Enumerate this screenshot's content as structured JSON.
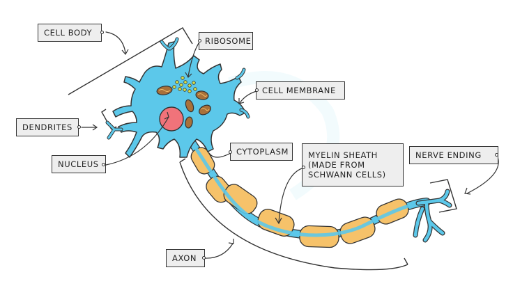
{
  "diagram": {
    "labels": {
      "cell_body": "CELL BODY",
      "ribosome": "RIBOSOME",
      "cell_membrane": "CELL MEMBRANE",
      "dendrites": "DENDRITES",
      "nucleus": "NUCLEUS",
      "cytoplasm": "CYTOPLASM",
      "myelin_sheath": "MYELIN SHEATH\n(MADE FROM\nSCHWANN CELLS)",
      "nerve_ending": "NERVE ENDING",
      "axon": "AXON"
    },
    "colors": {
      "cytoplasm": "#5cc8ea",
      "nucleus": "#f0737a",
      "myelin": "#f6c26a",
      "mitochondria": "#a9713a",
      "ribosome": "#d8e04a",
      "outline": "#333333",
      "label_fill": "#eeeeee"
    }
  }
}
